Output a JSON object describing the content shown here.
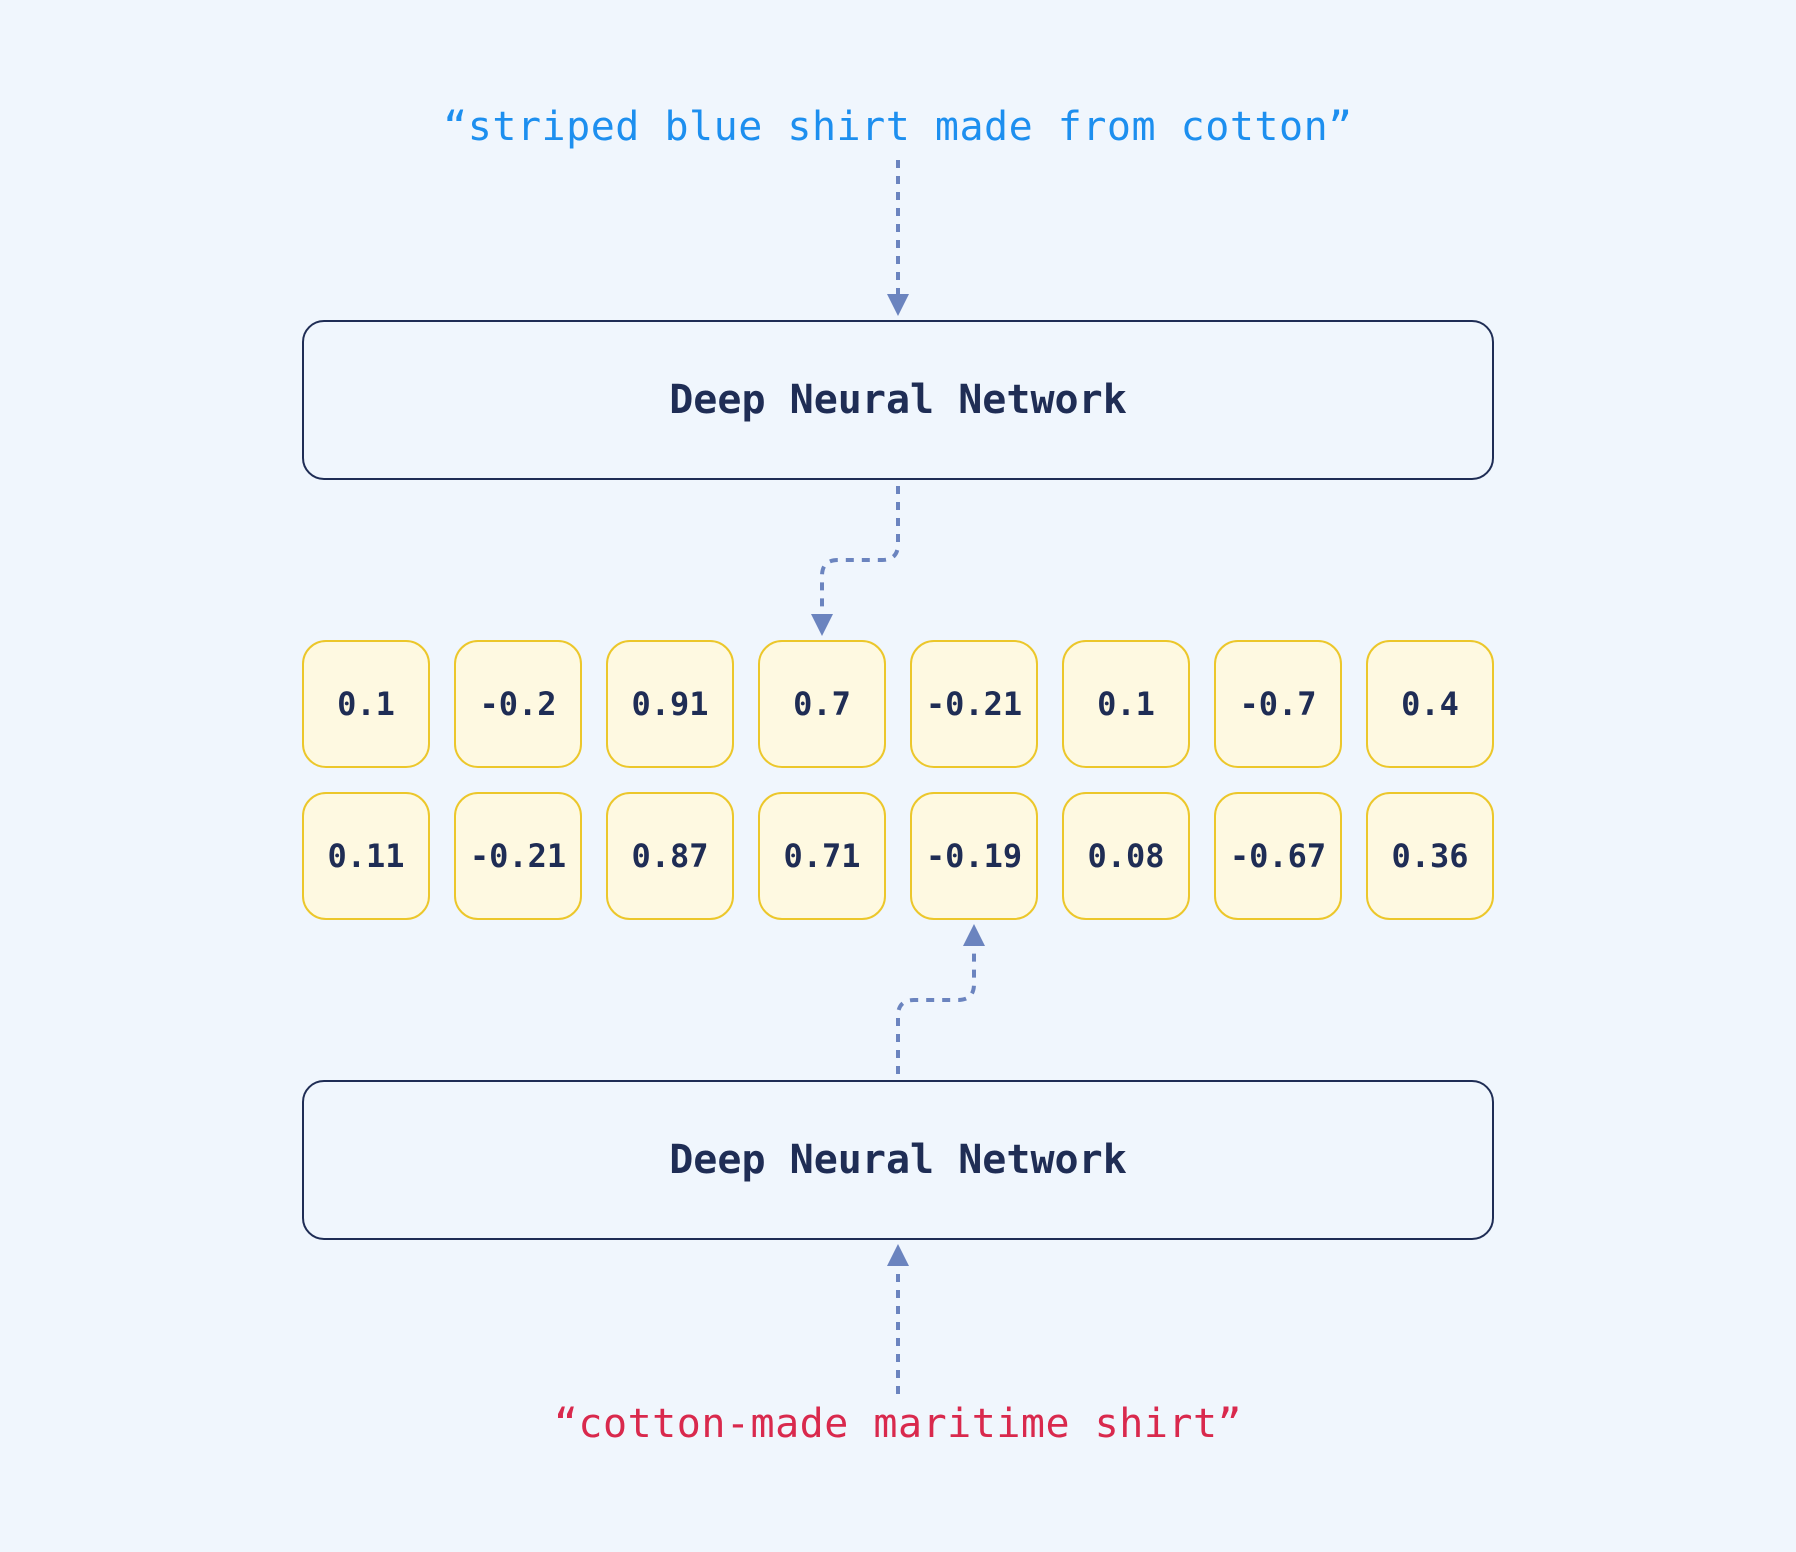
{
  "queries": {
    "top": "“striped blue shirt made from cotton”",
    "bottom": "“cotton-made maritime shirt”"
  },
  "encoders": {
    "top_label": "Deep Neural Network",
    "bottom_label": "Deep Neural Network"
  },
  "embeddings": {
    "top_vector": [
      "0.1",
      "-0.2",
      "0.91",
      "0.7",
      "-0.21",
      "0.1",
      "-0.7",
      "0.4"
    ],
    "bottom_vector": [
      "0.11",
      "-0.21",
      "0.87",
      "0.71",
      "-0.19",
      "0.08",
      "-0.67",
      "0.36"
    ]
  },
  "colors": {
    "background": "#f0f6fd",
    "top_query": "#1d8fef",
    "bottom_query": "#d9294d",
    "box_border": "#1f2d55",
    "cell_fill": "#fef9e1",
    "cell_border": "#ecc72b",
    "arrow": "#6b84bf"
  }
}
